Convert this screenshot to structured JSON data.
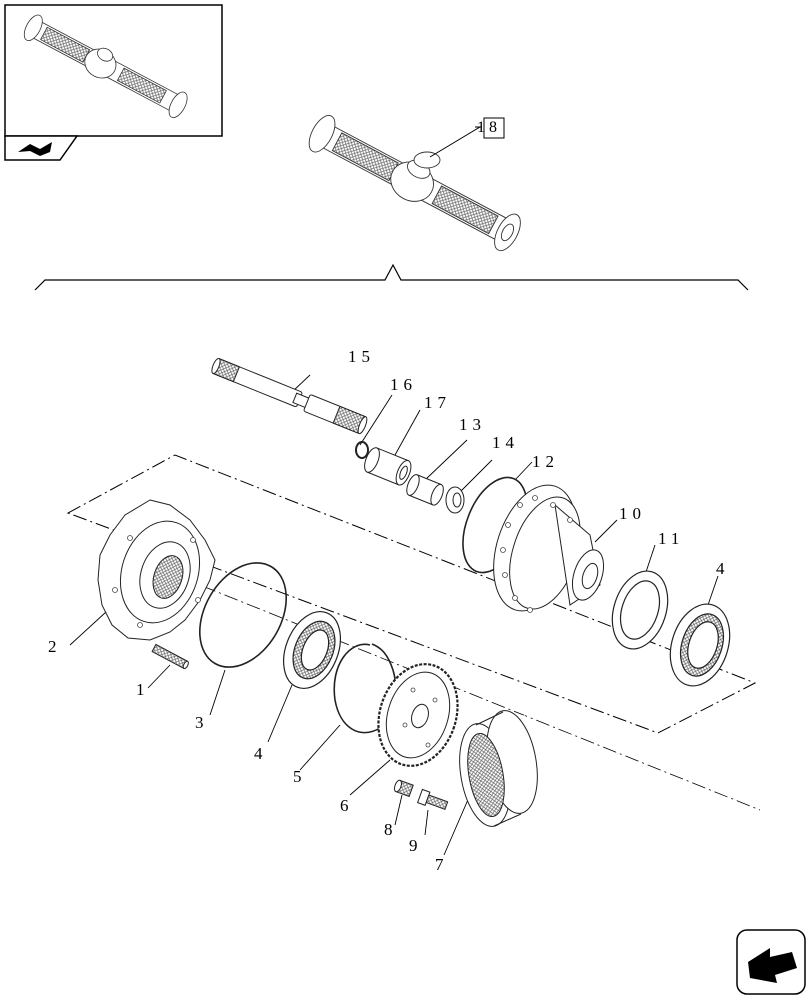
{
  "thumbnail": {
    "icon": "axle-overview-thumbnail"
  },
  "nav": {
    "back_icon": "return-arrow-icon",
    "next_icon": "next-page-icon"
  },
  "reference": {
    "sub": "1",
    "box": "8"
  },
  "callouts": {
    "c1": "1",
    "c2": "2",
    "c3": "3",
    "c4a": "4",
    "c4b": "4",
    "c5": "5",
    "c6": "6",
    "c7": "7",
    "c8": "8",
    "c9": "9",
    "c10": "10",
    "c11": "11",
    "c12": "12",
    "c13": "13",
    "c14": "14",
    "c15": "15",
    "c16": "16",
    "c17": "17"
  }
}
